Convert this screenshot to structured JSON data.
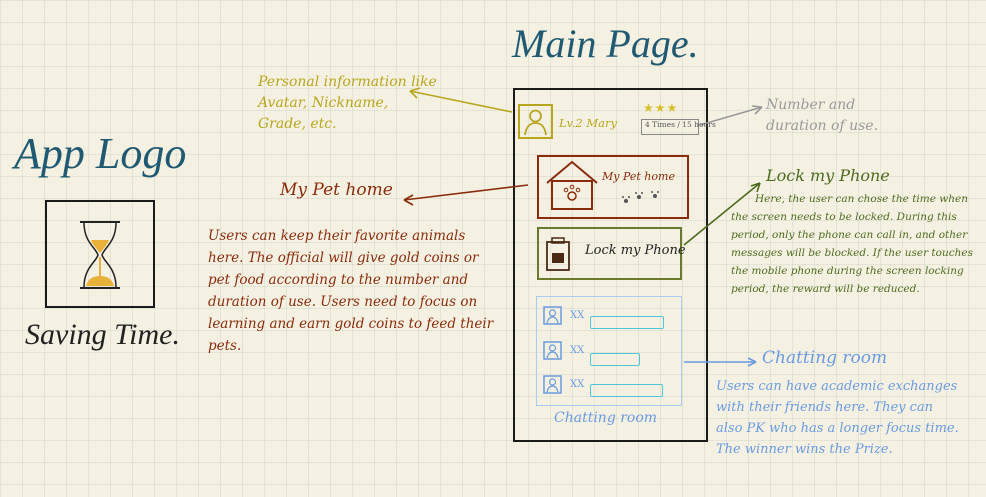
{
  "app_logo": {
    "title": "App Logo",
    "tagline": "Saving Time."
  },
  "main_page": {
    "title": "Main Page.",
    "level_user": "Lv.2 Mary",
    "stars": "★★★",
    "usage": "4 Times / 15 hours",
    "pet_home_label": "My Pet home",
    "lock_label": "Lock my Phone",
    "chat_caption": "Chatting room",
    "chat_rows": [
      {
        "name": "XX"
      },
      {
        "name": "XX"
      },
      {
        "name": "XX"
      }
    ]
  },
  "notes": {
    "personal": "Personal information like Avatar, Nickname, Grade, etc.",
    "number": "Number and duration of use.",
    "pet_title": "My Pet home",
    "pet_desc": "Users can keep their favorite animals here. The official will give gold coins or pet food according to the number and duration of use. Users need to focus on learning and earn gold coins to feed their pets.",
    "lock_title": "Lock my Phone",
    "lock_desc": "Here, the user can chose the time when the screen needs to be locked. During this period, only the phone can call in, and other messages will be blocked. If the user touches the mobile phone during the screen locking period, the reward will be reduced.",
    "chat_title": "Chatting room",
    "chat_desc": "Users can have academic exchanges with their friends here. They can also PK who has a longer focus time. The winner wins the Prize."
  },
  "colors": {
    "background": "#f4f1e3",
    "personal": "#b8a61e",
    "pet": "#8a2c0c",
    "lock": "#4e6a1e",
    "chat": "#6a9be0",
    "logo_blue": "#1f5a72"
  }
}
